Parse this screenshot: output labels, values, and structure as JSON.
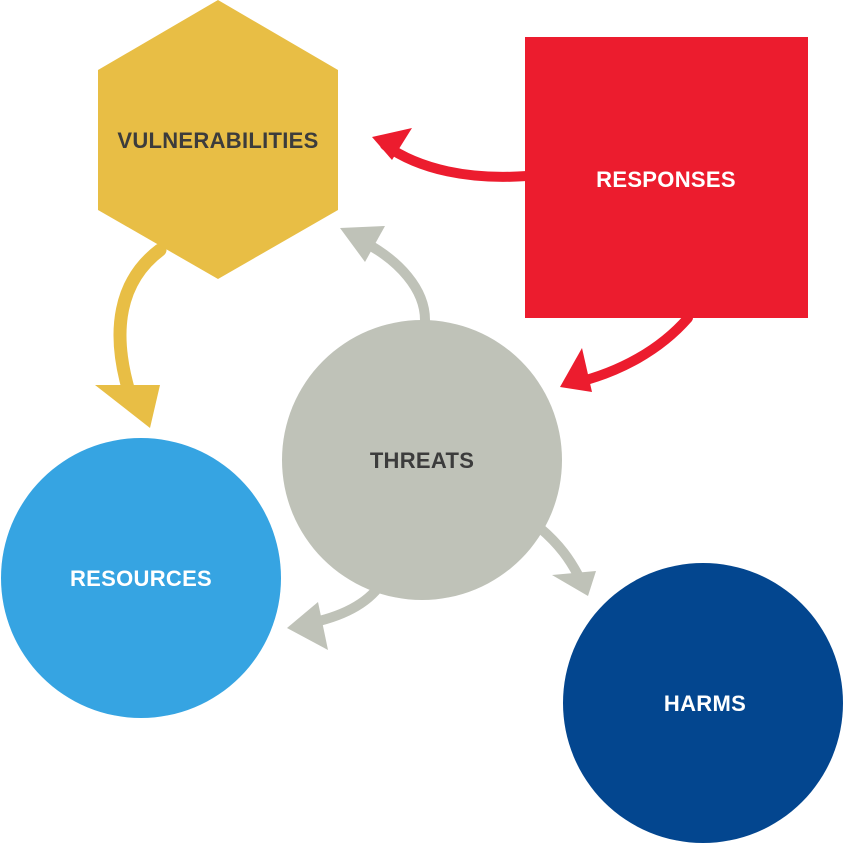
{
  "nodes": {
    "vulnerabilities": {
      "label": "VULNERABILITIES",
      "shape": "hexagon",
      "fill": "#E8BE45",
      "text_color": "#3C3C3C"
    },
    "responses": {
      "label": "RESPONSES",
      "shape": "square",
      "fill": "#EC1C2E",
      "text_color": "#FFFFFF"
    },
    "threats": {
      "label": "THREATS",
      "shape": "circle",
      "fill": "#BFC2B8",
      "text_color": "#3C3C3C"
    },
    "resources": {
      "label": "RESOURCES",
      "shape": "circle",
      "fill": "#36A4E2",
      "text_color": "#FFFFFF"
    },
    "harms": {
      "label": "HARMS",
      "shape": "circle",
      "fill": "#03468F",
      "text_color": "#FFFFFF"
    }
  },
  "edges": [
    {
      "from": "responses",
      "to": "vulnerabilities",
      "color": "#EC1C2E"
    },
    {
      "from": "responses",
      "to": "threats",
      "color": "#EC1C2E"
    },
    {
      "from": "vulnerabilities",
      "to": "resources",
      "color": "#E8BE45"
    },
    {
      "from": "threats",
      "to": "vulnerabilities",
      "color": "#BFC2B8"
    },
    {
      "from": "threats",
      "to": "resources",
      "color": "#BFC2B8"
    },
    {
      "from": "threats",
      "to": "harms",
      "color": "#BFC2B8"
    }
  ]
}
